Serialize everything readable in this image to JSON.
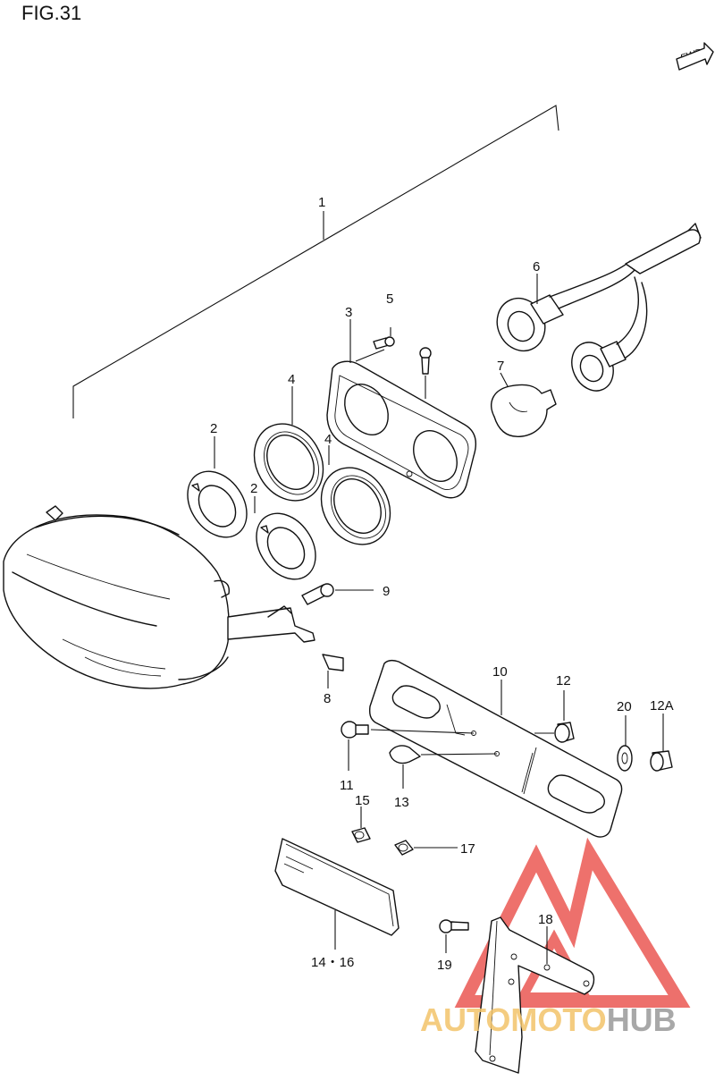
{
  "figure": {
    "title": "FIG.31",
    "fwd": "FWD"
  },
  "callouts": [
    {
      "id": "c1",
      "text": "1"
    },
    {
      "id": "c2a",
      "text": "2"
    },
    {
      "id": "c2b",
      "text": "2"
    },
    {
      "id": "c3",
      "text": "3"
    },
    {
      "id": "c4a",
      "text": "4"
    },
    {
      "id": "c4b",
      "text": "4"
    },
    {
      "id": "c5",
      "text": "5"
    },
    {
      "id": "c6",
      "text": "6"
    },
    {
      "id": "c7",
      "text": "7"
    },
    {
      "id": "c8",
      "text": "8"
    },
    {
      "id": "c9",
      "text": "9"
    },
    {
      "id": "c10",
      "text": "10"
    },
    {
      "id": "c11",
      "text": "11"
    },
    {
      "id": "c12",
      "text": "12"
    },
    {
      "id": "c12A",
      "text": "12A"
    },
    {
      "id": "c13",
      "text": "13"
    },
    {
      "id": "c14",
      "text": "14・16"
    },
    {
      "id": "c15",
      "text": "15"
    },
    {
      "id": "c17",
      "text": "17"
    },
    {
      "id": "c18",
      "text": "18"
    },
    {
      "id": "c19",
      "text": "19"
    },
    {
      "id": "c20",
      "text": "20"
    }
  ],
  "watermark": {
    "part1": "AUTO",
    "part2": "MOTO",
    "part3": "HUB",
    "accent": "#e8413b",
    "gold": "#f3c46a",
    "gray": "#9a9a9a"
  }
}
